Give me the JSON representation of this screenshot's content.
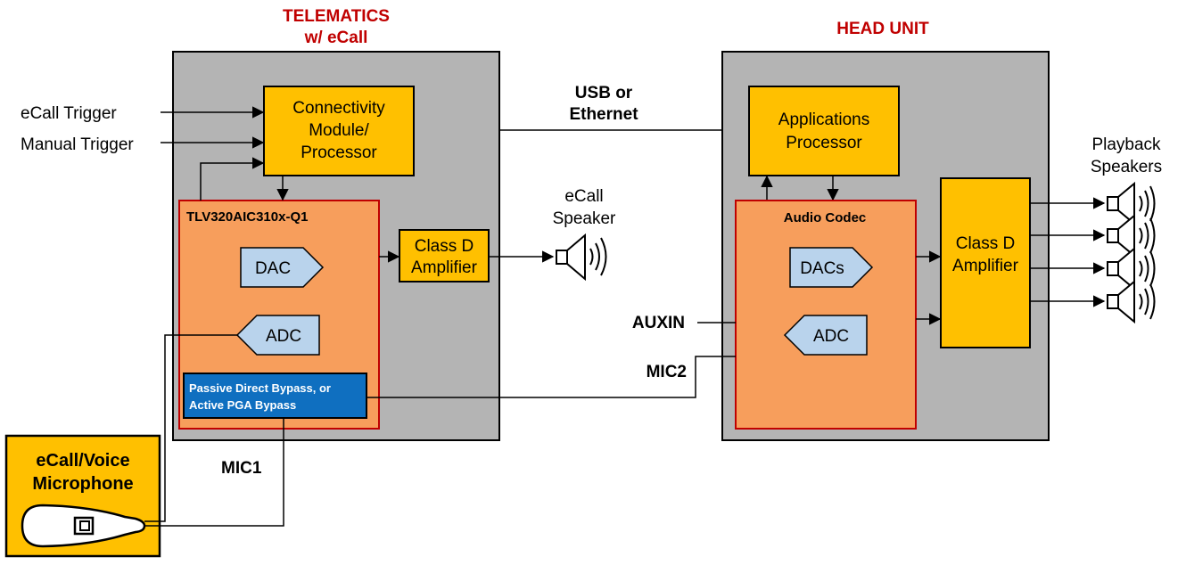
{
  "telematics": {
    "title_line1": "TELEMATICS",
    "title_line2": "w/ eCall",
    "connectivity_line1": "Connectivity",
    "connectivity_line2": "Module/",
    "connectivity_line3": "Processor",
    "codec_title": "TLV320AIC310x-Q1",
    "dac": "DAC",
    "adc": "ADC",
    "bypass_line1": "Passive Direct Bypass, or",
    "bypass_line2": "Active PGA Bypass",
    "amp_line1": "Class D",
    "amp_line2": "Amplifier"
  },
  "inputs": {
    "ecall_trigger": "eCall Trigger",
    "manual_trigger": "Manual Trigger"
  },
  "link": {
    "line1": "USB or",
    "line2": "Ethernet"
  },
  "ecall_speaker": {
    "line1": "eCall",
    "line2": "Speaker"
  },
  "head_unit": {
    "title": "HEAD UNIT",
    "app_line1": "Applications",
    "app_line2": "Processor",
    "codec_title": "Audio Codec",
    "dacs": "DACs",
    "adc": "ADC",
    "amp_line1": "Class D",
    "amp_line2": "Amplifier"
  },
  "signals": {
    "auxin": "AUXIN",
    "mic2": "MIC2",
    "mic1": "MIC1"
  },
  "playback": {
    "line1": "Playback",
    "line2": "Speakers"
  },
  "microphone": {
    "line1": "eCall/Voice",
    "line2": "Microphone"
  },
  "colors": {
    "gray": "#b4b4b4",
    "yellow": "#ffc000",
    "orange": "#f79e5c",
    "blue_light": "#b9d3ec",
    "blue_dark": "#0f6fc0",
    "red_text": "#c00000"
  }
}
